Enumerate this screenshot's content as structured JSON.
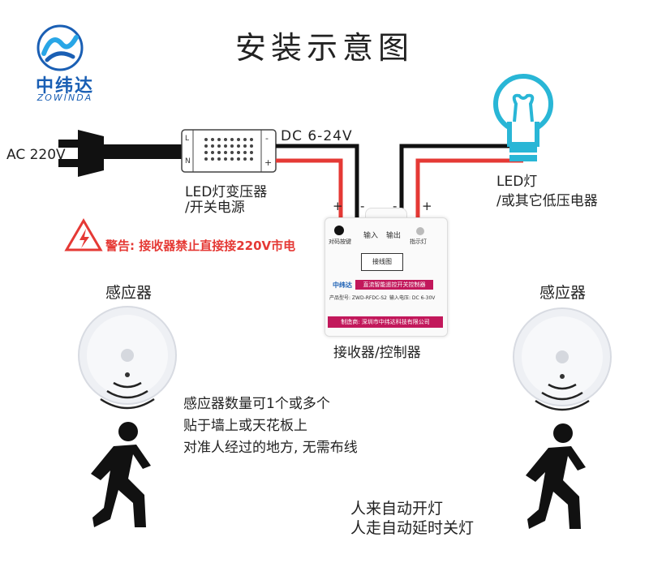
{
  "title": "安装示意图",
  "brand": {
    "name_cn": "中纬达",
    "name_en": "ZOWINDA"
  },
  "power_source": {
    "label": "AC 220V"
  },
  "transformer": {
    "label_line1": "LED灯变压器",
    "label_line2": "/开关电源",
    "terminal_l": "L",
    "terminal_n": "N",
    "terminal_minus": "-",
    "terminal_plus": "+"
  },
  "dc_label": "DC 6-24V",
  "led": {
    "label_line1": "LED灯",
    "label_line2": "/或其它低压电器"
  },
  "warning": {
    "text": "警告: 接收器禁止直接接220V市电"
  },
  "receiver": {
    "label": "接收器/控制器",
    "input_polarity": [
      "+",
      "-"
    ],
    "output_polarity": [
      "-",
      "+"
    ],
    "pair_button": "对码按键",
    "input_text": "输入",
    "output_text": "输出",
    "indicator_text": "指示灯",
    "wiring_text": "接线图",
    "brand_text": "中纬达",
    "product_name": "直流智能遥控开关控制器",
    "spec_model": "产品型号: ZWD-RFDC-S2",
    "spec_voltage": "输入电压: DC 6-30V",
    "maker": "制造商: 深圳市中纬达科技有限公司"
  },
  "sensor_left": {
    "label": "感应器"
  },
  "sensor_right": {
    "label": "感应器"
  },
  "sensor_note": [
    "感应器数量可1个或多个",
    "贴于墙上或天花板上",
    "对准人经过的地方, 无需布线"
  ],
  "behavior_note": [
    "人来自动开灯",
    "人走自动延时关灯"
  ],
  "colors": {
    "wire_black": "#111111",
    "wire_red": "#e53935",
    "warning_red": "#e53935",
    "brand_blue": "#1a5fb4",
    "bulb_cyan": "#29b6d6",
    "label_pink": "#c2185b"
  }
}
